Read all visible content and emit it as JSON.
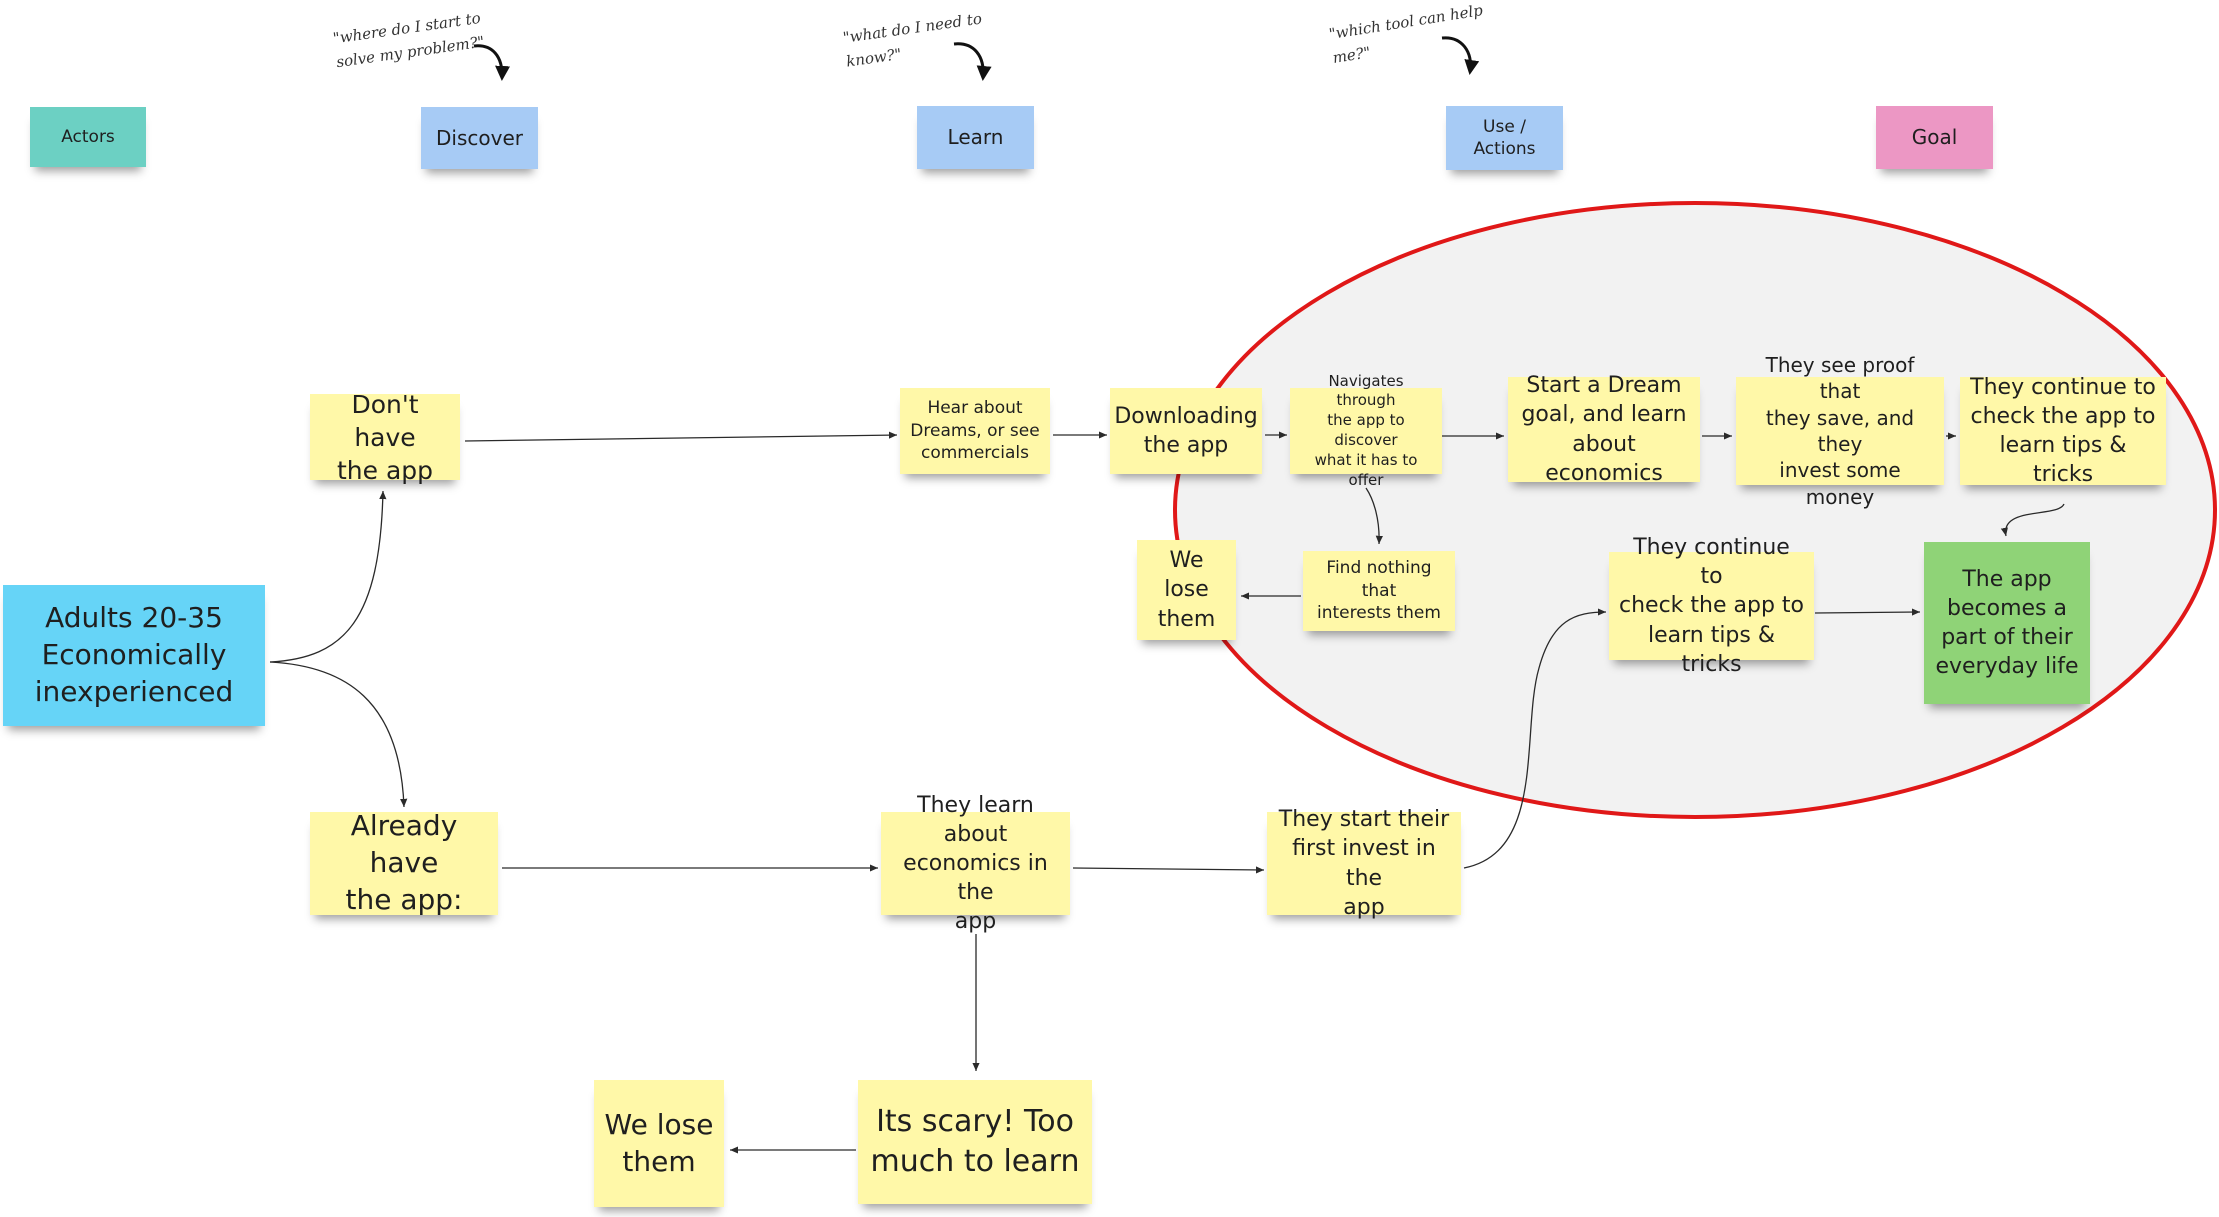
{
  "columns": {
    "actors": "Actors",
    "discover": "Discover",
    "learn": "Learn",
    "use_actions": "Use /\nActions",
    "goal": "Goal"
  },
  "annotations": {
    "discover": "\"where do I start to\nsolve my problem?\"",
    "learn": "\"what do I need to\nknow?\"",
    "use_actions": "\"which tool can help\nme?\""
  },
  "nodes": {
    "actor": "Adults 20-35\nEconomically\ninexperienced",
    "dont_have_app": "Don't have\nthe app",
    "already_have_app": "Already have\nthe app:",
    "hear_about": "Hear about\nDreams, or see\ncommercials",
    "downloading": "Downloading\nthe app",
    "navigates": "Navigates through\nthe app to discover\nwhat it has to offer",
    "find_nothing": "Find nothing that\ninterests them",
    "we_lose_them_top": "We lose\nthem",
    "start_dream": "Start a Dream\ngoal, and learn\nabout economics",
    "see_proof": "They see proof that\nthey save, and they\ninvest some money",
    "continue_top": "They continue to\ncheck the app to\nlearn tips & tricks",
    "app_everyday": "The app\nbecomes a\npart of their\neveryday life",
    "continue_bottom": "They continue to\ncheck the app to\nlearn tips & tricks",
    "learn_economics": "They learn about\neconomics in the\napp",
    "first_invest": "They start their\nfirst invest in the\napp",
    "scary": "Its scary! Too\nmuch to learn",
    "we_lose_them_bottom": "We lose\nthem"
  },
  "colors": {
    "sticky_yellow": "#fff8a8",
    "actor_cyan": "#66d4f7",
    "actors_teal": "#6cd0c3",
    "stage_blue": "#a7cbf5",
    "goal_pink": "#ec97c4",
    "goal_green": "#8fd377",
    "highlight_red": "#e01818",
    "highlight_fill": "#f2f2f2"
  }
}
